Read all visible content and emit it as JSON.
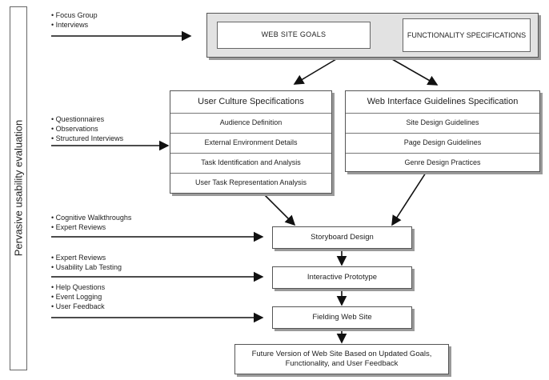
{
  "side_label": "Pervasive usability evaluation",
  "top": {
    "goals": "WEB SITE GOALS",
    "functionality": "FUNCTIONALITY SPECIFICATIONS"
  },
  "user_culture": {
    "title": "User Culture Specifications",
    "items": [
      "Audience Definition",
      "External Environment Details",
      "Task Identification and Analysis",
      "User Task Representation Analysis"
    ]
  },
  "web_interface": {
    "title": "Web Interface Guidelines Specification",
    "items": [
      "Site Design Guidelines",
      "Page Design Guidelines",
      "Genre Design Practices"
    ]
  },
  "process": {
    "storyboard": "Storyboard Design",
    "prototype": "Interactive Prototype",
    "website": "Fielding Web Site",
    "future": "Future Version of Web Site Based on Updated Goals, Functionality, and User Feedback"
  },
  "methods": {
    "group1": [
      "• Focus Group",
      "• Interviews"
    ],
    "group2": [
      "• Questionnaires",
      "• Observations",
      "• Structured Interviews"
    ],
    "group3": [
      "• Cognitive Walkthroughs",
      "• Expert Reviews"
    ],
    "group4": [
      "• Expert Reviews",
      "• Usability Lab Testing"
    ],
    "group5": [
      "• Help Questions",
      "• Event Logging",
      "• User Feedback"
    ]
  }
}
